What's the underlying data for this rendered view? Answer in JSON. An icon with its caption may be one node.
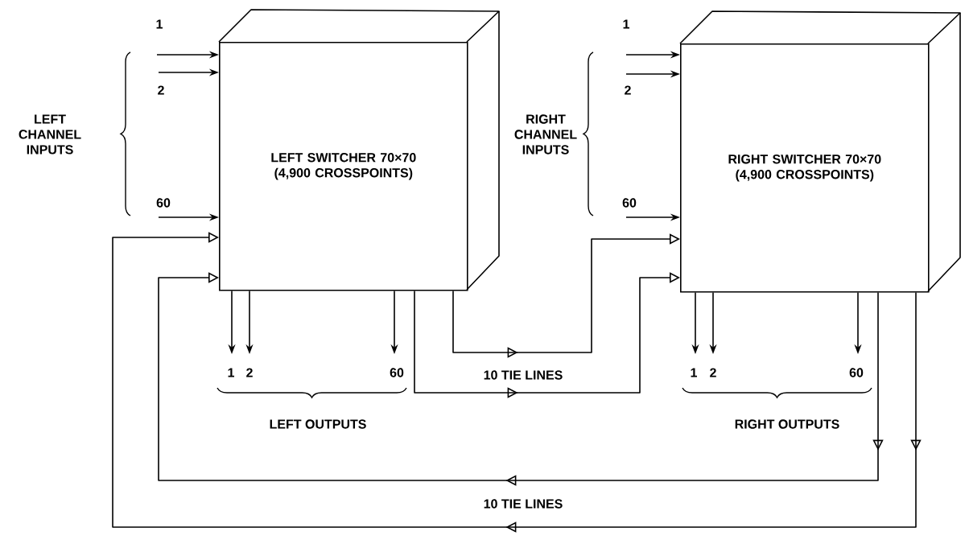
{
  "diagram": {
    "nodes": [
      {
        "text": [
          "LEFT SWITCHER 70×70 (4,900 CROSSPOINTS)"
        ]
      },
      {
        "text": [
          "RIGHT SWITCHER 70×70 (4,900 CROSSPOINTS)"
        ]
      }
    ],
    "edges": [
      {
        "from": null,
        "to": 0,
        "arrow": "to"
      },
      {
        "from": null,
        "to": 0,
        "arrow": "to"
      },
      {
        "from": null,
        "to": 0,
        "arrow": "to"
      },
      {
        "from": null,
        "to": 1,
        "arrow": "to"
      },
      {
        "from": null,
        "to": 1,
        "arrow": "to"
      },
      {
        "from": null,
        "to": 1,
        "arrow": "to"
      },
      {
        "from": 0,
        "to": null,
        "arrow": "to"
      },
      {
        "from": 0,
        "to": null,
        "arrow": "to"
      },
      {
        "from": 0,
        "to": null,
        "arrow": "to"
      },
      {
        "from": 1,
        "to": null,
        "arrow": "to"
      },
      {
        "from": 1,
        "to": null,
        "arrow": "to"
      },
      {
        "from": 1,
        "to": null,
        "arrow": "to"
      },
      {
        "from": 0,
        "to": 1,
        "arrow": "to"
      },
      {
        "from": 0,
        "to": 1,
        "arrow": "to"
      },
      {
        "from": 1,
        "to": 0,
        "arrow": "to"
      },
      {
        "from": 1,
        "to": 0,
        "arrow": "to"
      }
    ],
    "labels": [
      "1",
      "1",
      "2",
      "2",
      "LEFT CHANNEL INPUTS",
      "RIGHT CHANNEL INPUTS",
      "60",
      "60",
      "1",
      "2",
      "60",
      "10 TIE LINES",
      "1",
      "2",
      "60",
      "LEFT OUTPUTS",
      "RIGHT OUTPUTS",
      "10 TIE LINES"
    ]
  }
}
